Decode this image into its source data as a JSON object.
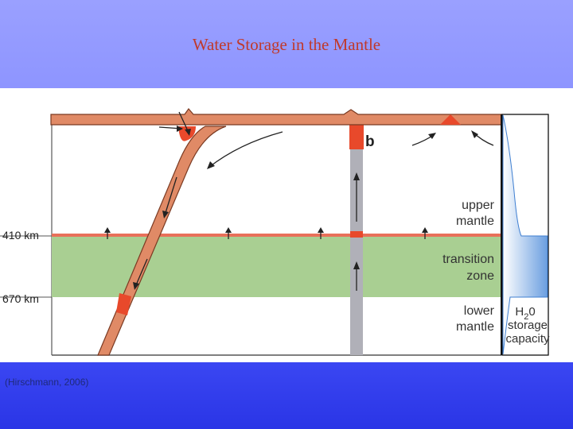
{
  "slide": {
    "title": "Water Storage in the Mantle",
    "citation": "(Hirschmann, 2006)"
  },
  "diagram": {
    "panel_label": "b",
    "depth_labels": [
      "410 km",
      "670 km"
    ],
    "layers": [
      {
        "line1": "upper",
        "line2": "mantle"
      },
      {
        "line1": "transition",
        "line2": "zone"
      },
      {
        "line1": "lower",
        "line2": "mantle"
      }
    ],
    "storage": {
      "h": "H",
      "sub": "2",
      "o": "0",
      "line2": "storage",
      "line3": "capacity"
    },
    "colors": {
      "plate": "#e08a66",
      "plate_edge": "#7a3a22",
      "melt": "#e8492b",
      "transition_zone": "#a9cf92",
      "plume": "#b0b0b8",
      "storage_fill": "#8fb4e6",
      "storage_edge": "#3f7fd1"
    }
  }
}
